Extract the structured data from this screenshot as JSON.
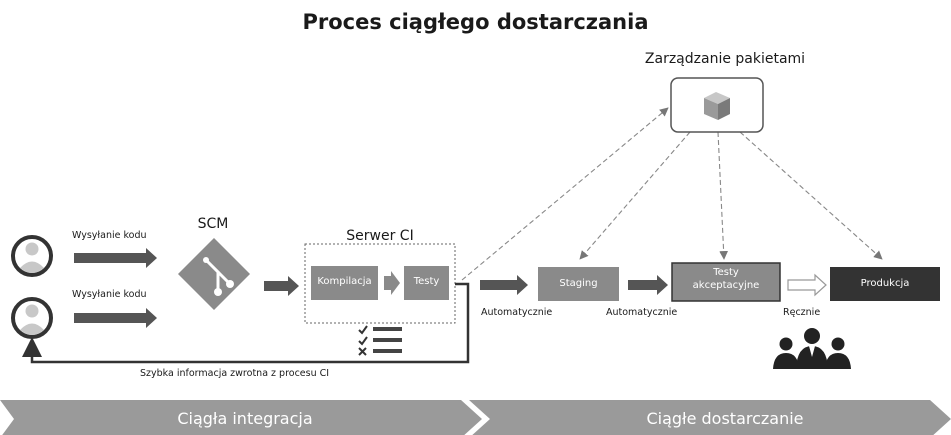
{
  "title": "Proces ciągłego dostarczania",
  "package_management": "Zarządzanie pakietami",
  "scm": "SCM",
  "ci_server": "Serwer CI",
  "push_code_1": "Wysyłanie kodu",
  "push_code_2": "Wysyłanie kodu",
  "compile": "Kompilacja",
  "tests": "Testy",
  "staging": "Staging",
  "acceptance_tests": "Testy akceptacyjne",
  "production": "Produkcja",
  "auto_1": "Automatycznie",
  "auto_2": "Automatycznie",
  "manual": "Ręcznie",
  "feedback": "Szybka informacja zwrotna z procesu CI",
  "stage_ci": "Ciągła integracja",
  "stage_cd": "Ciągłe dostarczanie",
  "colors": {
    "box_gray": "#8a8a8a",
    "production_dark": "#333333",
    "banner": "#9a9a9a",
    "arrow_dark": "#4d4d4d"
  },
  "icons": [
    "user-icon",
    "user-icon",
    "git-icon",
    "checklist-icon",
    "package-icon",
    "people-icon"
  ]
}
